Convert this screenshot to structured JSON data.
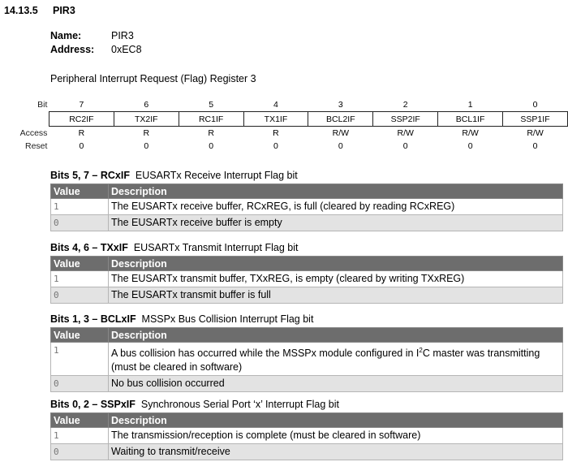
{
  "section": {
    "number": "14.13.5",
    "title": "PIR3"
  },
  "meta": {
    "name_label": "Name:",
    "name_value": "PIR3",
    "address_label": "Address:",
    "address_value": "0xEC8"
  },
  "description": "Peripheral Interrupt Request (Flag) Register 3",
  "register": {
    "bit_label": "Bit",
    "access_label": "Access",
    "reset_label": "Reset",
    "bits": [
      "7",
      "6",
      "5",
      "4",
      "3",
      "2",
      "1",
      "0"
    ],
    "names": [
      "RC2IF",
      "TX2IF",
      "RC1IF",
      "TX1IF",
      "BCL2IF",
      "SSP2IF",
      "BCL1IF",
      "SSP1IF"
    ],
    "access": [
      "R",
      "R",
      "R",
      "R",
      "R/W",
      "R/W",
      "R/W",
      "R/W"
    ],
    "reset": [
      "0",
      "0",
      "0",
      "0",
      "0",
      "0",
      "0",
      "0"
    ]
  },
  "groups": [
    {
      "bits": "Bits 5, 7 – RCxIF",
      "title": "EUSARTx Receive Interrupt Flag bit",
      "header": {
        "value": "Value",
        "description": "Description"
      },
      "rows": [
        {
          "value": "1",
          "description": "The EUSARTx receive buffer, RCxREG, is full (cleared by reading RCxREG)"
        },
        {
          "value": "0",
          "description": "The EUSARTx receive buffer is empty"
        }
      ]
    },
    {
      "bits": "Bits 4, 6 – TXxIF",
      "title": "EUSARTx Transmit Interrupt Flag bit",
      "header": {
        "value": "Value",
        "description": "Description"
      },
      "rows": [
        {
          "value": "1",
          "description": "The EUSARTx transmit buffer, TXxREG, is empty (cleared by writing TXxREG)"
        },
        {
          "value": "0",
          "description": "The EUSARTx transmit buffer is full"
        }
      ]
    },
    {
      "bits": "Bits 1, 3 – BCLxIF",
      "title": "MSSPx Bus Collision Interrupt Flag bit",
      "header": {
        "value": "Value",
        "description": "Description"
      },
      "rows": [
        {
          "value": "1",
          "desc_pre": "A bus collision has occurred while the MSSPx module configured in I",
          "desc_sup": "2",
          "desc_post": "C master was transmitting (must be cleared in software)"
        },
        {
          "value": "0",
          "description": "No bus collision occurred"
        }
      ]
    },
    {
      "bits": "Bits 0, 2 – SSPxIF",
      "title": "Synchronous Serial Port ‘x’ Interrupt Flag bit",
      "header": {
        "value": "Value",
        "description": "Description"
      },
      "rows": [
        {
          "value": "1",
          "description": "The transmission/reception is complete (must be cleared in software)"
        },
        {
          "value": "0",
          "description": "Waiting to transmit/receive"
        }
      ]
    }
  ]
}
